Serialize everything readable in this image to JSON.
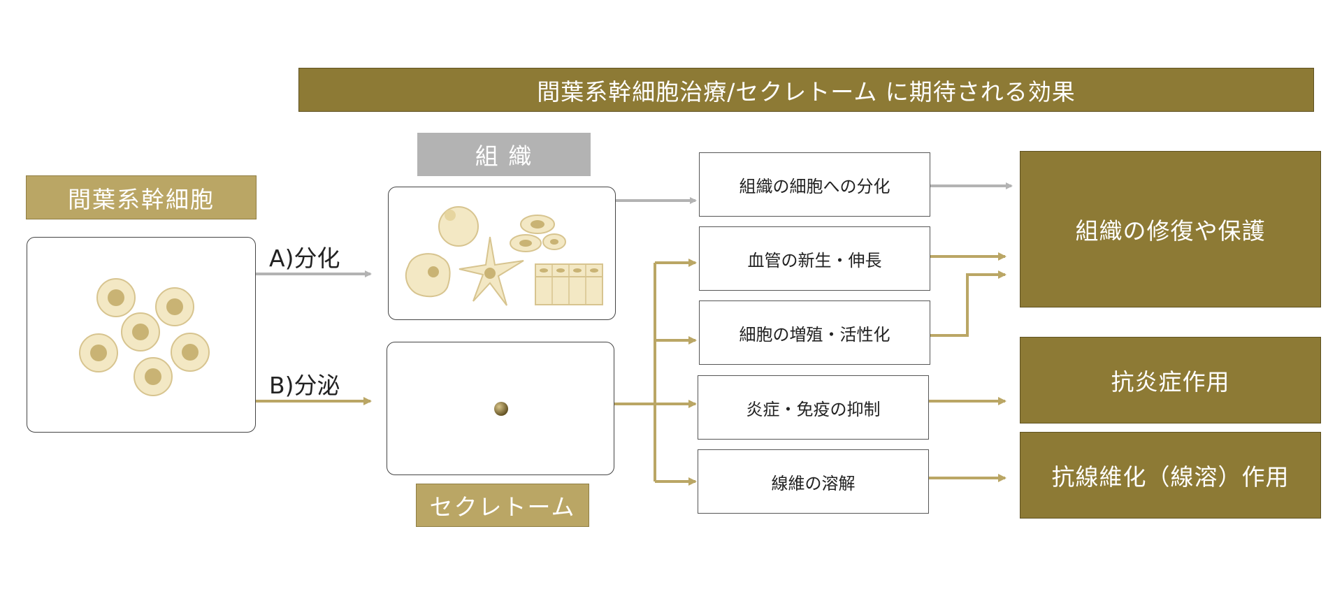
{
  "title": "間葉系幹細胞治療/セクレトーム に期待される効果",
  "source_label": "間葉系幹細胞",
  "tissue_label": "組 織",
  "secretome_label": "セクレトーム",
  "routes": {
    "differentiation": "A)分化",
    "secretion": "B)分泌"
  },
  "effects": [
    "組織の細胞への分化",
    "血管の新生・伸長",
    "細胞の増殖・活性化",
    "炎症・免疫の抑制",
    "線維の溶解"
  ],
  "outcomes": [
    "組織の修復や保護",
    "抗炎症作用",
    "抗線維化（線溶）作用"
  ],
  "colors": {
    "gold_dark": "#8d7a35",
    "gold_light": "#baa665",
    "gray": "#b3b3b3",
    "cell_fill": "#f3e8c4",
    "nucleus": "#c9b374"
  }
}
